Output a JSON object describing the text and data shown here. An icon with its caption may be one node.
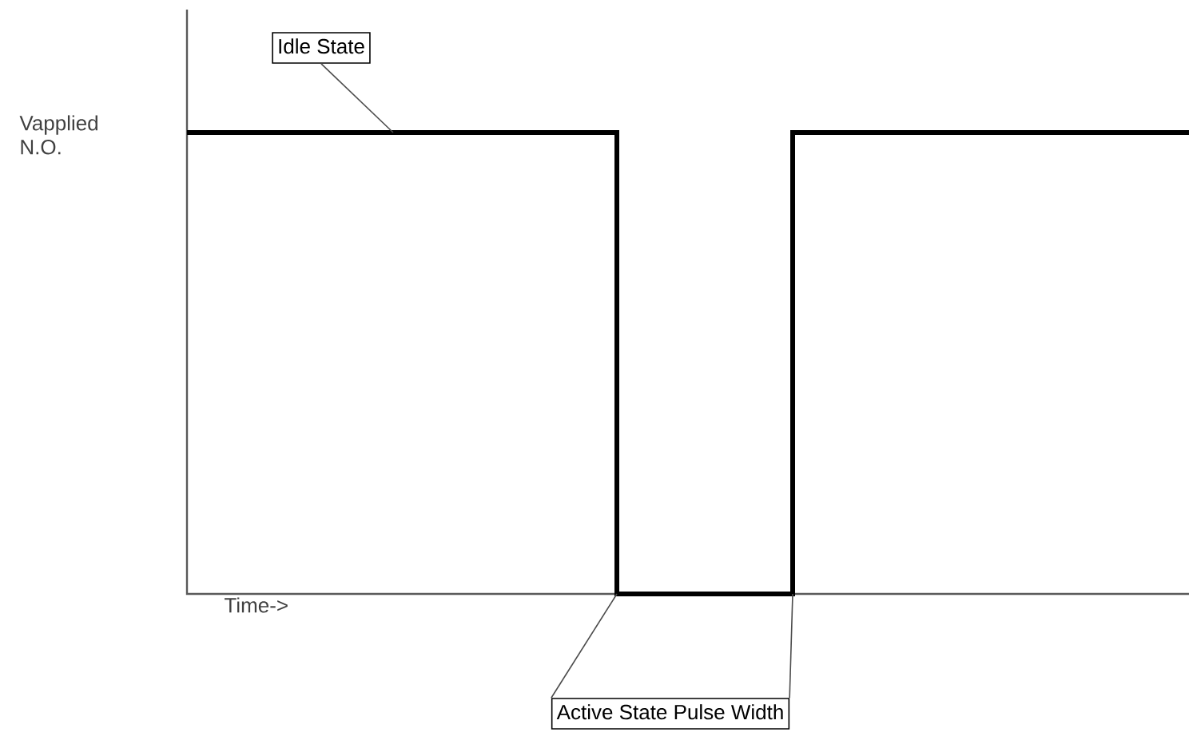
{
  "diagram": {
    "nodes": [
      {
        "text": [
          "Idle State"
        ]
      },
      {
        "text": [
          "Active State Pulse Width"
        ]
      }
    ],
    "edges": [
      {
        "from": 0,
        "to": null,
        "arrow": "none"
      },
      {
        "from": 1,
        "to": null,
        "arrow": "none"
      },
      {
        "from": 1,
        "to": null,
        "arrow": "none"
      }
    ],
    "labels": [
      "Vapplied N.O.",
      "Time->"
    ]
  }
}
